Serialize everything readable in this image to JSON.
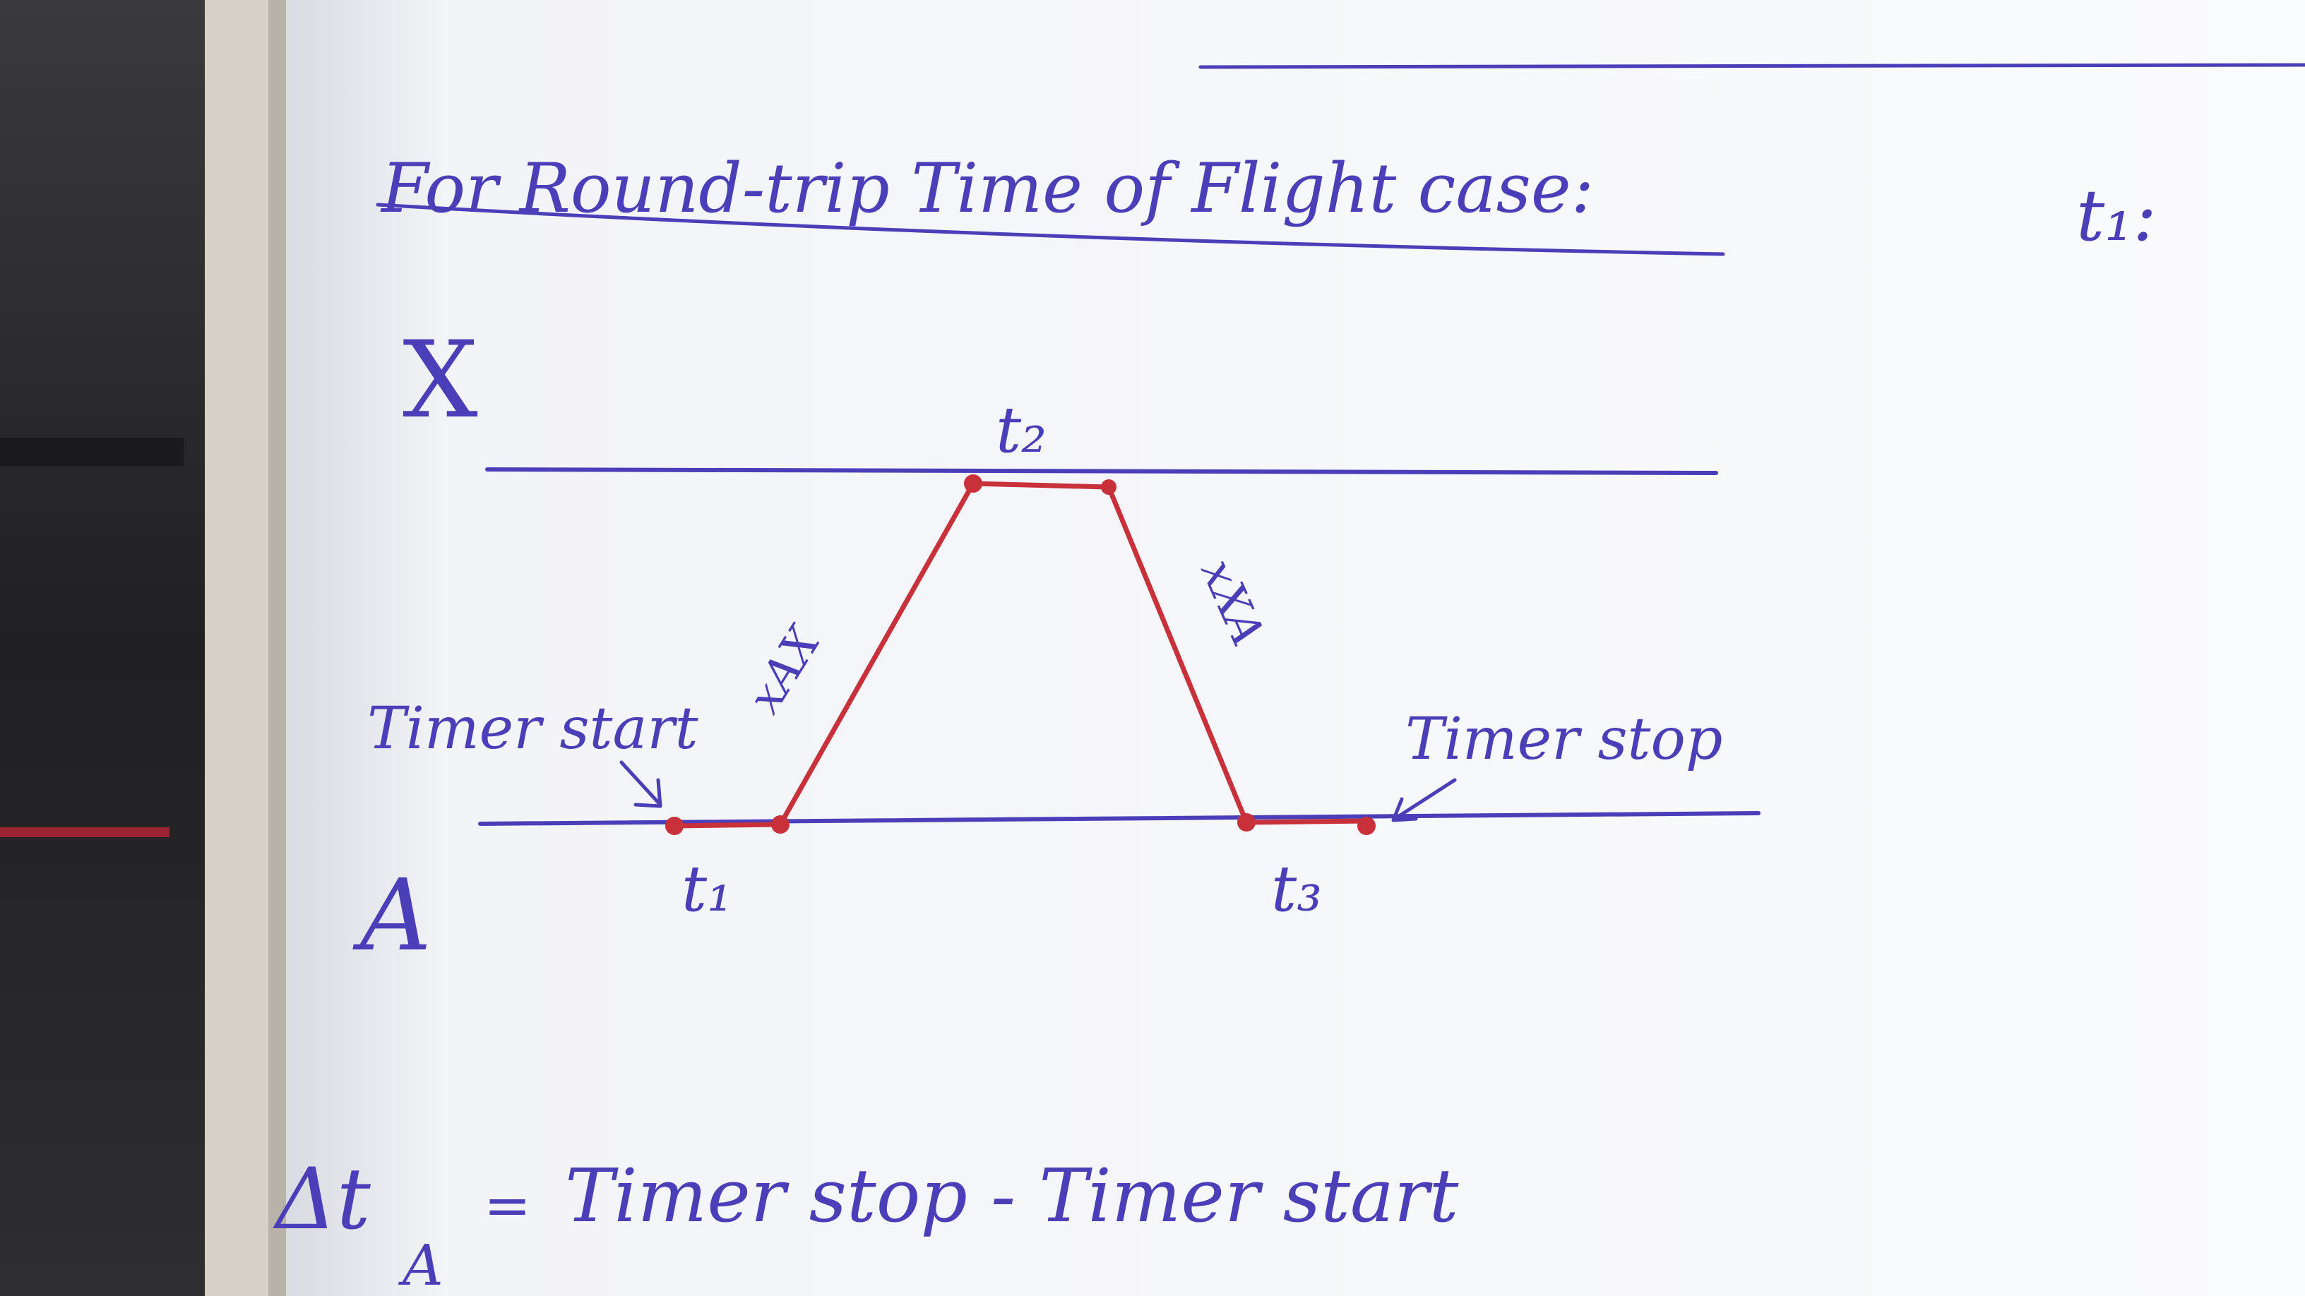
{
  "diagram": {
    "title": "For Round-trip Time of Flight case:",
    "corner_note": "t₁:",
    "node_upper_label": "X",
    "node_lower_label": "A",
    "time_t1": "t₁",
    "time_t2": "t₂",
    "time_t3": "t₃",
    "leg_out_label": "xAX",
    "leg_back_label": "xXA",
    "timer_start_label": "Timer start",
    "timer_stop_label": "Timer stop",
    "formula_lhs": "Δt",
    "formula_lhs_sub": "A",
    "formula_eq": "=",
    "formula_rhs": "Timer stop - Timer start"
  },
  "colors": {
    "ink_blue": "#4a3fb8",
    "ink_red": "#c8303a",
    "paper": "#f7f8fb",
    "desk": "#2b2b2b"
  }
}
